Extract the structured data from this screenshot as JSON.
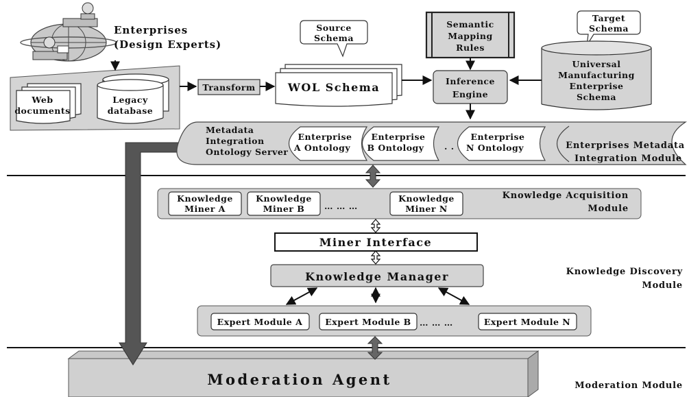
{
  "enterprises": {
    "line1": "Enterprises",
    "line2": "(Design Experts)"
  },
  "web_documents": {
    "line1": "Web",
    "line2": "documents"
  },
  "legacy_database": {
    "line1": "Legacy",
    "line2": "database"
  },
  "transform": "Transform",
  "source_schema": {
    "line1": "Source",
    "line2": "Schema"
  },
  "wol_schema": "WOL Schema",
  "semantic_mapping_rules": {
    "line1": "Semantic",
    "line2": "Mapping",
    "line3": "Rules"
  },
  "inference_engine": {
    "line1": "Inference",
    "line2": "Engine"
  },
  "target_schema": {
    "line1": "Target",
    "line2": "Schema"
  },
  "universal_schema": {
    "line1": "Universal",
    "line2": "Manufacturing",
    "line3": "Enterprise",
    "line4": "Schema"
  },
  "metadata_server": {
    "line1": "Metadata",
    "line2": "Integration",
    "line3": "Ontology Server"
  },
  "ontologies": [
    {
      "line1": "Enterprise",
      "line2": "A Ontology"
    },
    {
      "line1": "Enterprise",
      "line2": "B Ontology"
    },
    {
      "line1": "Enterprise",
      "line2": "N Ontology"
    }
  ],
  "ontology_dots": ". .",
  "module_metadata": {
    "line1": "Enterprises Metadata",
    "line2": "Integration Module"
  },
  "knowledge_miners": [
    {
      "line1": "Knowledge",
      "line2": "Miner A"
    },
    {
      "line1": "Knowledge",
      "line2": "Miner B"
    },
    {
      "line1": "Knowledge",
      "line2": "Miner N"
    }
  ],
  "miner_dots": "… … …",
  "module_acquisition": {
    "line1": "Knowledge Acquisition",
    "line2": "Module"
  },
  "miner_interface": "Miner Interface",
  "knowledge_manager": "Knowledge Manager",
  "module_discovery": {
    "line1": "Knowledge Discovery",
    "line2": "Module"
  },
  "expert_modules": [
    "Expert Module A",
    "Expert Module B",
    "Expert Module N"
  ],
  "expert_dots": "… … …",
  "moderation_agent": "Moderation Agent",
  "module_moderation": "Moderation Module",
  "colors": {
    "box_fill": "#d4d4d4",
    "panel_fill": "#dedede",
    "stroke": "#333333",
    "arrow": "#555555",
    "white": "#ffffff"
  }
}
